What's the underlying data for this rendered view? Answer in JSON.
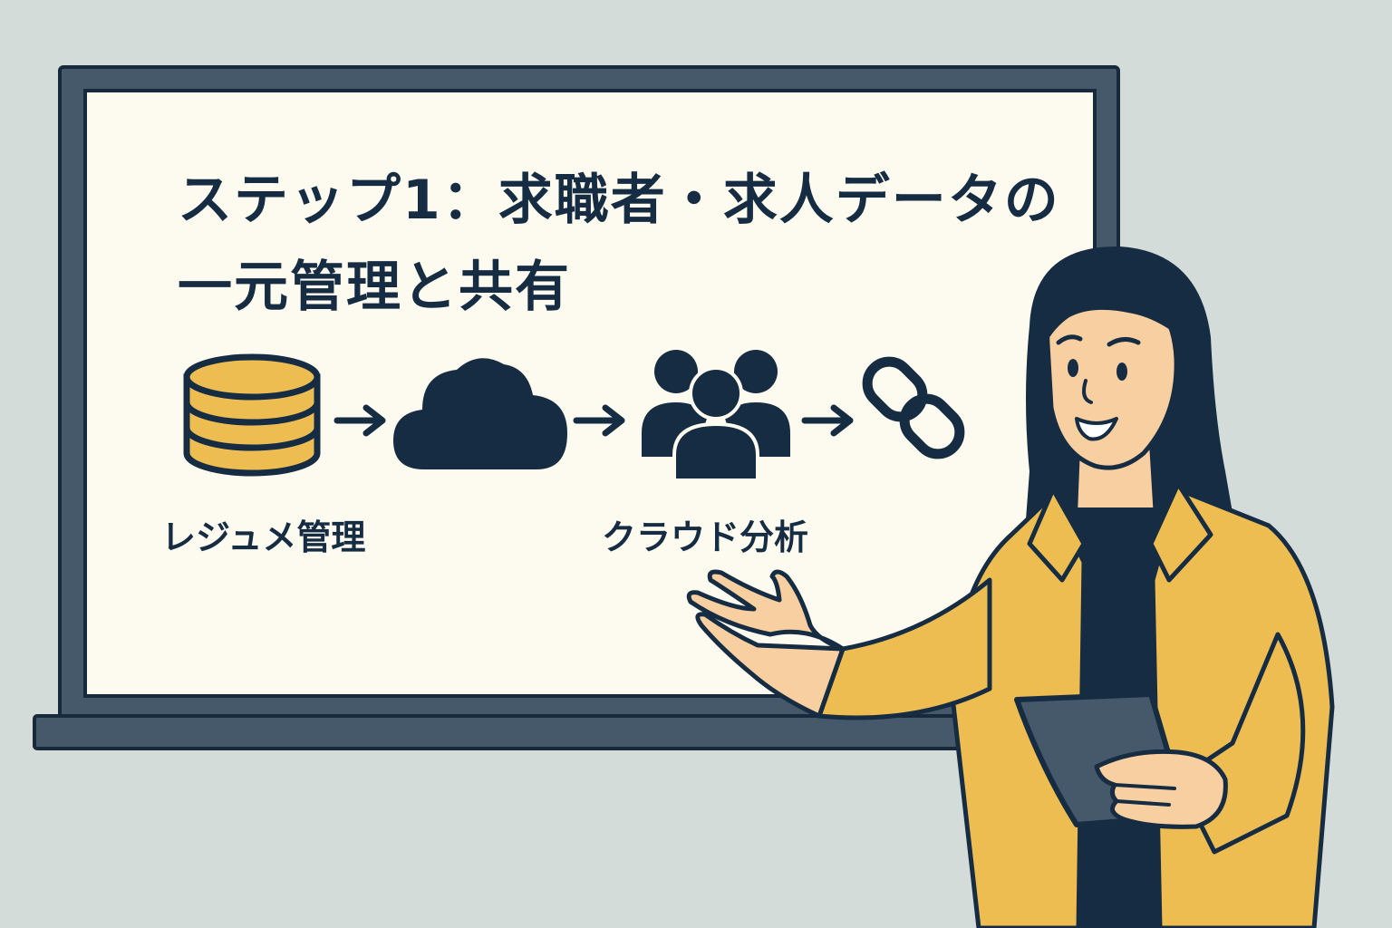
{
  "slide": {
    "title_line1": "ステップ1：求職者・求人データの",
    "title_line2": "一元管理と共有"
  },
  "flow": {
    "steps": [
      {
        "icon": "database-icon",
        "label": "レジュメ管理"
      },
      {
        "icon": "cloud-icon",
        "label": ""
      },
      {
        "icon": "people-group-icon",
        "label": "クラウド分析"
      },
      {
        "icon": "link-chain-icon",
        "label": ""
      }
    ],
    "connector_icon": "arrow-right-icon"
  },
  "colors": {
    "background": "#d3dcd8",
    "board_frame": "#45596a",
    "board_surface": "#fdfbef",
    "navy": "#162c42",
    "mustard": "#eebd52",
    "skin": "#f8cfa0",
    "tablet": "#45596a"
  }
}
